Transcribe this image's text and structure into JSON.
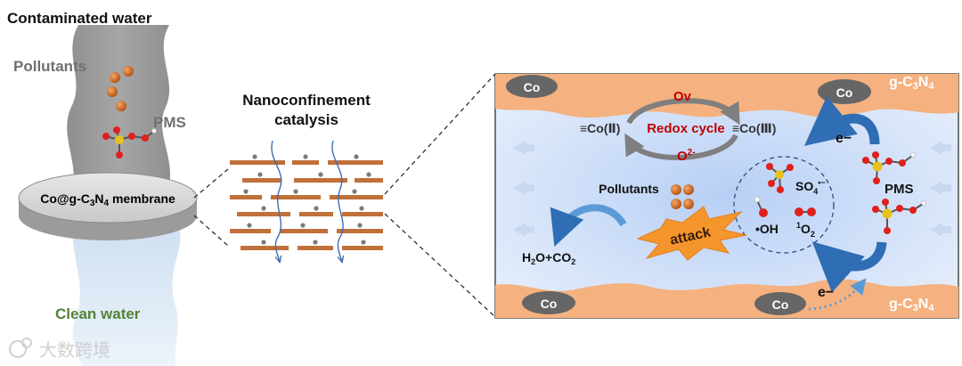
{
  "left_panel": {
    "title": "Contaminated water",
    "pollutants_label": "Pollutants",
    "pms_label": "PMS",
    "membrane_prefix": "Co@g-C",
    "membrane_sub": "3",
    "membrane_mid": "N",
    "membrane_sub2": "4",
    "membrane_suffix": " membrane",
    "clean_label": "Clean water"
  },
  "middle_panel": {
    "title_line1": "Nanoconfinement",
    "title_line2": "catalysis"
  },
  "right_panel": {
    "co_label": "Co",
    "gc3n4_prefix": "g-C",
    "gc3n4_sub": "3",
    "gc3n4_mid": "N",
    "gc3n4_sub2": "4",
    "ov_label": "Ov",
    "co2_label": "≡Co(Ⅱ)",
    "co3_label": "≡Co(Ⅲ)",
    "redox_label": "Redox cycle",
    "o2_label": "O",
    "o2_sup": "2-",
    "electron_label": "e−",
    "pollutants_label": "Pollutants",
    "attack_label": "attack",
    "so4_label": "SO",
    "so4_sub": "4",
    "so4_sup": "•−",
    "oh_label": "•OH",
    "singlet_sup": "1",
    "singlet_label": "O",
    "singlet_sub": "2",
    "pms_label": "PMS",
    "h2o_co2_a": "H",
    "h2o_co2_sub": "2",
    "h2o_co2_b": "O+CO",
    "h2o_co2_sub2": "2"
  },
  "watermark": {
    "text": "大数跨境"
  },
  "colors": {
    "membrane_orange": "#f5b17f",
    "co_oval": "#666666",
    "redox_red": "#c00000",
    "sulfur_yellow": "#e8c21a",
    "oxygen_red": "#e0201c",
    "pollutant_orange": "#c65a15",
    "clean_green": "#548235",
    "arrow_blue": "#2f6eb5"
  }
}
